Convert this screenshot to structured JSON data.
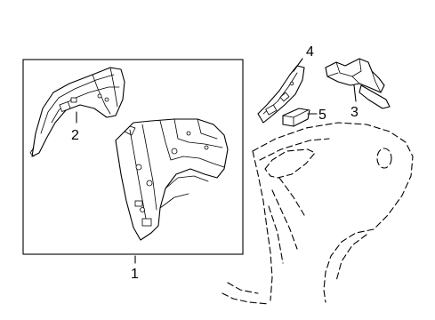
{
  "diagram": {
    "type": "parts-exploded-view",
    "callouts": [
      {
        "id": "1",
        "label": "1"
      },
      {
        "id": "2",
        "label": "2"
      },
      {
        "id": "3",
        "label": "3"
      },
      {
        "id": "4",
        "label": "4"
      },
      {
        "id": "5",
        "label": "5"
      }
    ]
  }
}
